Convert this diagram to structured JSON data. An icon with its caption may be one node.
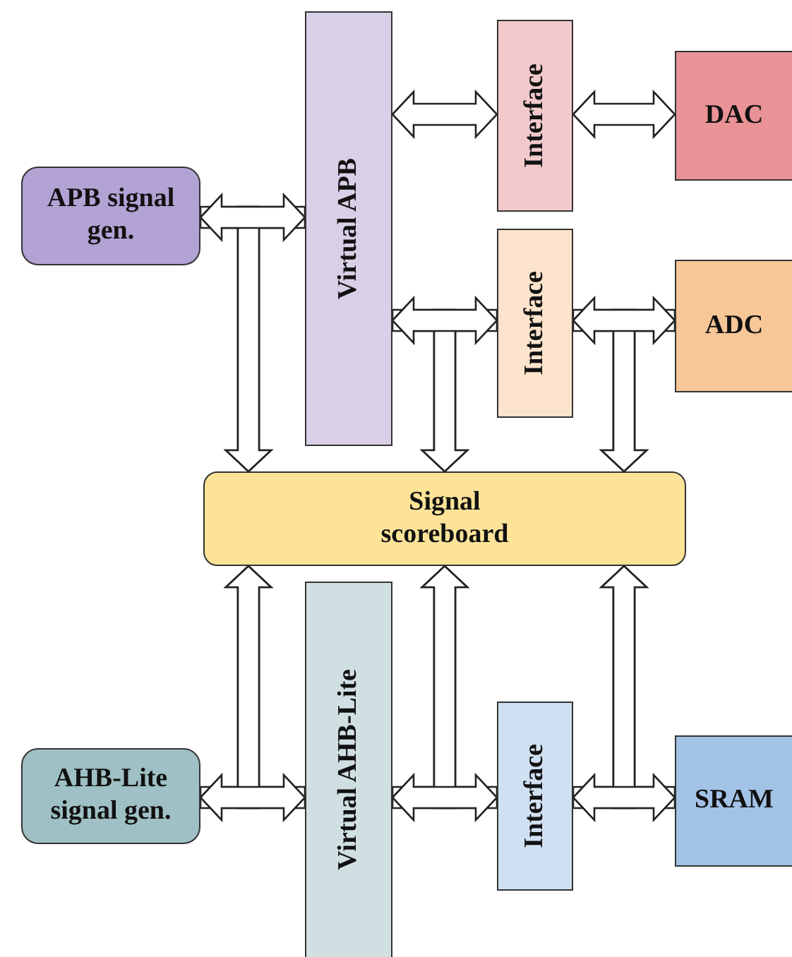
{
  "diagram": {
    "nodes": [
      {
        "text": [
          "APB signal gen."
        ]
      },
      {
        "text": [
          "Virtual APB"
        ]
      },
      {
        "text": [
          "Interface"
        ]
      },
      {
        "text": [
          "DAC"
        ]
      },
      {
        "text": [
          "Interface"
        ]
      },
      {
        "text": [
          "ADC"
        ]
      },
      {
        "text": [
          "Signal scoreboard"
        ]
      },
      {
        "text": [
          "Virtual AHB-Lite"
        ]
      },
      {
        "text": [
          "AHB-Lite signal gen."
        ]
      },
      {
        "text": [
          "Interface"
        ]
      },
      {
        "text": [
          "SRAM"
        ]
      }
    ],
    "edges": [
      {
        "from": 0,
        "to": 1,
        "arrow": "both"
      },
      {
        "from": 1,
        "to": 2,
        "arrow": "both"
      },
      {
        "from": 2,
        "to": 3,
        "arrow": "both"
      },
      {
        "from": 1,
        "to": 4,
        "arrow": "both"
      },
      {
        "from": 4,
        "to": 5,
        "arrow": "both"
      },
      {
        "from": 0,
        "to": 6,
        "arrow": "to"
      },
      {
        "from": 1,
        "to": 6,
        "arrow": "to"
      },
      {
        "from": 1,
        "to": 6,
        "arrow": "to"
      },
      {
        "from": 4,
        "to": 6,
        "arrow": "to"
      },
      {
        "from": 4,
        "to": 6,
        "arrow": "to"
      },
      {
        "from": 5,
        "to": 6,
        "arrow": "to"
      },
      {
        "from": 8,
        "to": 7,
        "arrow": "both"
      },
      {
        "from": 7,
        "to": 9,
        "arrow": "both"
      },
      {
        "from": 9,
        "to": 10,
        "arrow": "both"
      },
      {
        "from": 8,
        "to": 6,
        "arrow": "to"
      },
      {
        "from": 7,
        "to": 6,
        "arrow": "to"
      },
      {
        "from": 7,
        "to": 6,
        "arrow": "to"
      },
      {
        "from": 9,
        "to": 6,
        "arrow": "to"
      },
      {
        "from": 9,
        "to": 6,
        "arrow": "to"
      },
      {
        "from": 10,
        "to": 6,
        "arrow": "to"
      }
    ]
  }
}
